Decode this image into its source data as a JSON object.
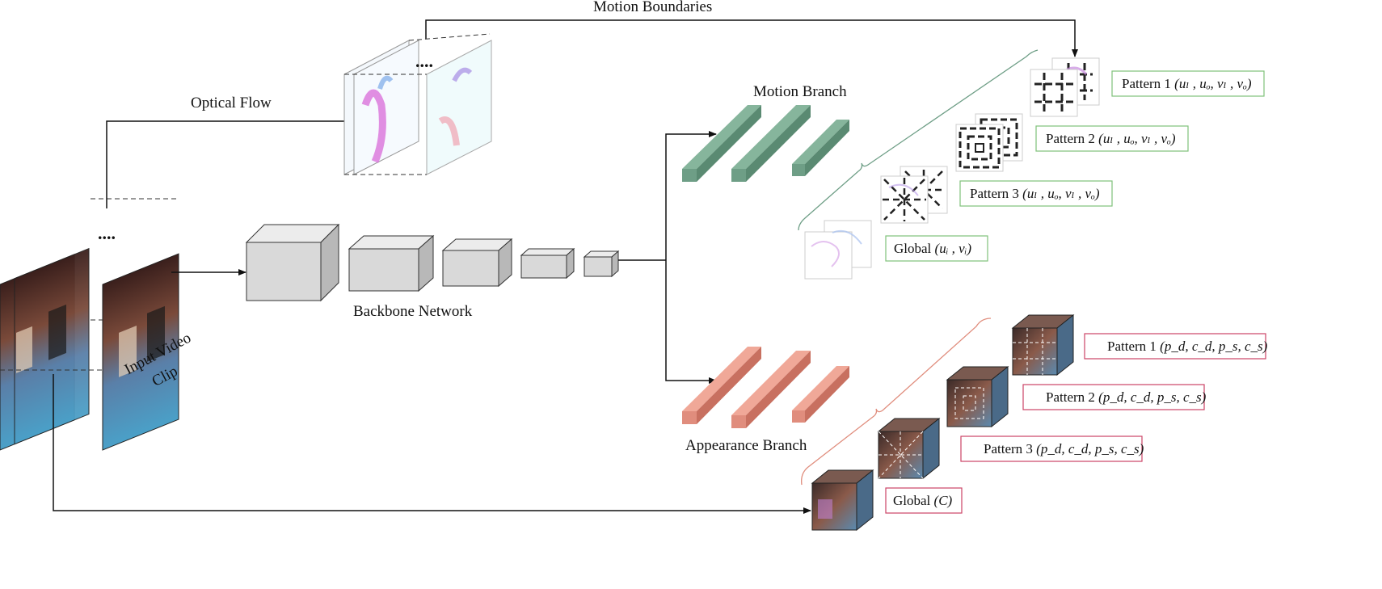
{
  "labels": {
    "motion_boundaries": "Motion Boundaries",
    "optical_flow": "Optical Flow",
    "motion_branch": "Motion Branch",
    "backbone_network": "Backbone Network",
    "input_video_line1": "Input Video",
    "input_video_line2": "Clip",
    "appearance_branch": "Appearance Branch",
    "ellipsis": "...."
  },
  "motion_patterns": [
    {
      "name": "Pattern 1",
      "args": "(uₗ , uₒ, vₗ , vₒ)"
    },
    {
      "name": "Pattern 2",
      "args": "(uₗ , uₒ, vₗ , vₒ)"
    },
    {
      "name": "Pattern 3",
      "args": "(uₗ , uₒ, vₗ , vₒ)"
    },
    {
      "name": "Global",
      "args": "(uᵢ , vᵢ)"
    }
  ],
  "appearance_patterns": [
    {
      "name": "Pattern 1",
      "args": "(p_d,  c_d,  p_s,  c_s)"
    },
    {
      "name": "Pattern 2",
      "args": "(p_d,  c_d,  p_s,  c_s)"
    },
    {
      "name": "Pattern 3",
      "args": "(p_d,  c_d,  p_s,  c_s)"
    },
    {
      "name": "Global",
      "args": "(C)"
    }
  ],
  "colors": {
    "motion_branch": "#6e9e86",
    "appearance_branch": "#e08d7d",
    "motion_box_border": "#7fc27a",
    "appearance_box_border": "#cc4466",
    "backbone_fill": "#d9d9d9",
    "arrow": "#111111"
  }
}
